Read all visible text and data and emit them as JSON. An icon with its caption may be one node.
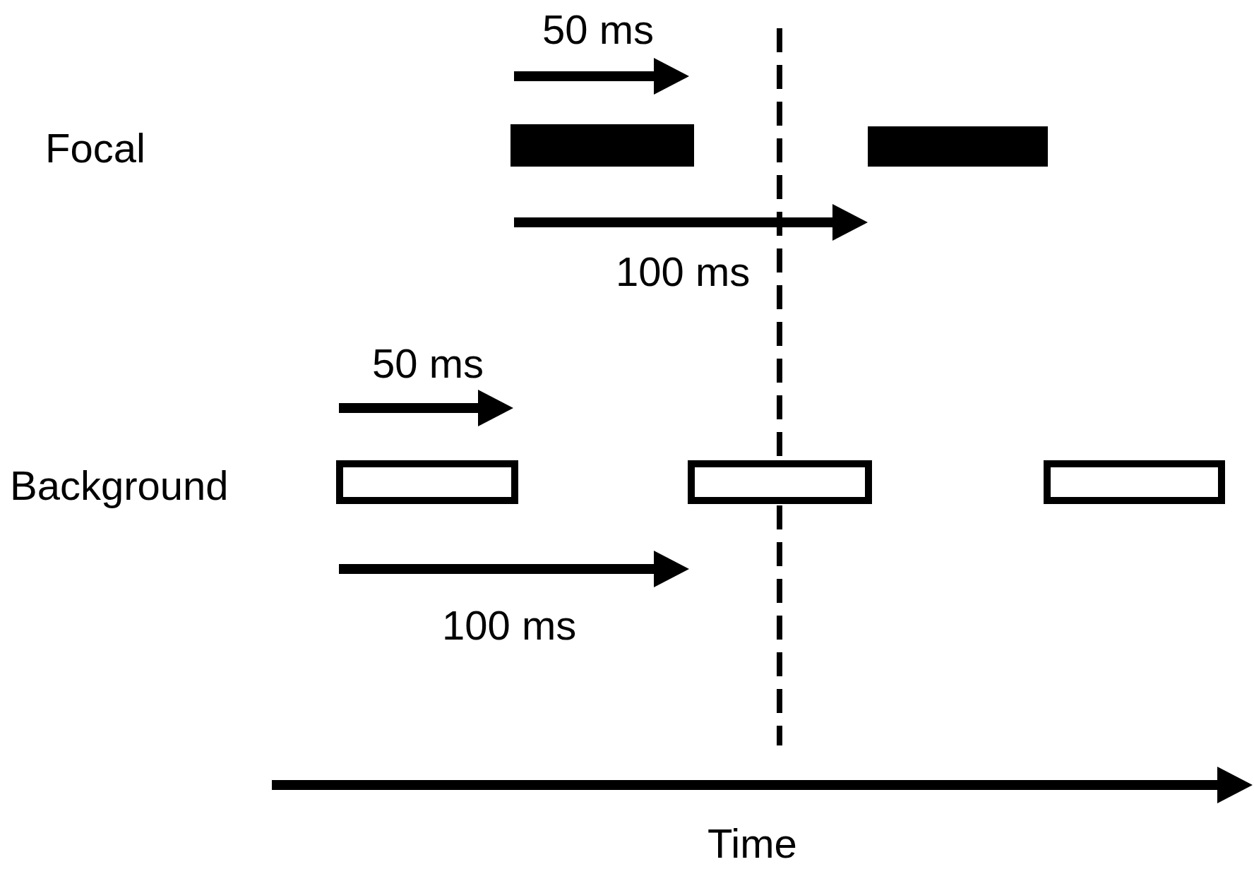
{
  "diagram": {
    "nodes": [
      {
        "text": [],
        "shape": "bar"
      },
      {
        "text": [],
        "shape": "bar"
      },
      {
        "text": [],
        "shape": "box"
      },
      {
        "text": [],
        "shape": "box"
      },
      {
        "text": [],
        "shape": "box"
      }
    ],
    "labels": [
      "50 ms",
      "Focal",
      "100 ms",
      "50 ms",
      "Background",
      "100 ms",
      "Time"
    ]
  }
}
